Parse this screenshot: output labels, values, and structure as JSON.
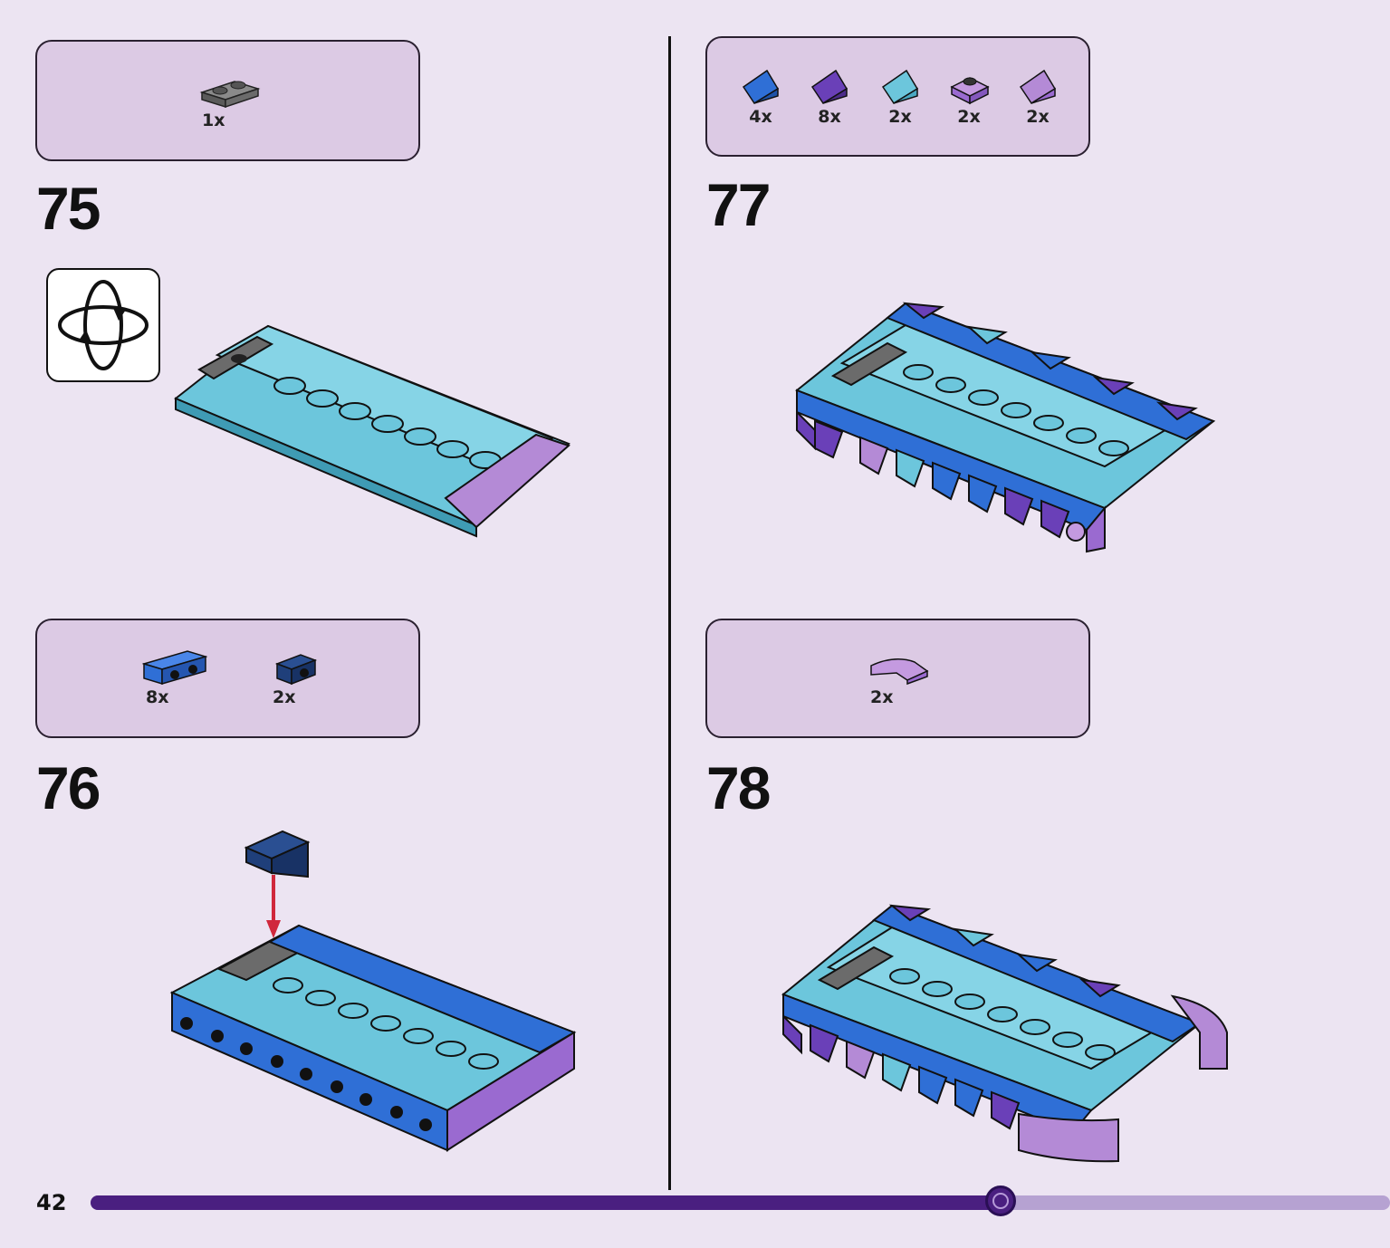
{
  "page": {
    "number": "42",
    "progress": 0.7
  },
  "steps": [
    {
      "number": "75",
      "parts": [
        {
          "qty": "1x",
          "icon": "dark-grey-plate-1x2-icon",
          "color": "#6b6b6b"
        }
      ]
    },
    {
      "number": "76",
      "parts": [
        {
          "qty": "8x",
          "icon": "blue-bracket-1x2-icon",
          "color": "#2f6fd6"
        },
        {
          "qty": "2x",
          "icon": "dark-blue-bracket-1x1-icon",
          "color": "#1f3f7a"
        }
      ]
    },
    {
      "number": "77",
      "parts": [
        {
          "qty": "4x",
          "icon": "blue-slope-icon",
          "color": "#2f6fd6"
        },
        {
          "qty": "8x",
          "icon": "violet-slope-icon",
          "color": "#6a40b8"
        },
        {
          "qty": "2x",
          "icon": "light-blue-slope-icon",
          "color": "#6cc6dc"
        },
        {
          "qty": "2x",
          "icon": "lavender-round-plate-icon",
          "color": "#b48ad6"
        },
        {
          "qty": "2x",
          "icon": "lavender-slope-icon",
          "color": "#b48ad6"
        }
      ]
    },
    {
      "number": "78",
      "parts": [
        {
          "qty": "2x",
          "icon": "lavender-curved-tile-icon",
          "color": "#c49ae0"
        }
      ]
    }
  ],
  "colors": {
    "light_blue": "#6cc6dc",
    "blue": "#2f6fd6",
    "dark_blue": "#1f3f7a",
    "violet": "#6a40b8",
    "lavender": "#b48ad6",
    "grey": "#6b6b6b",
    "arrow": "#d0283c",
    "progress": "#4a1f80"
  }
}
